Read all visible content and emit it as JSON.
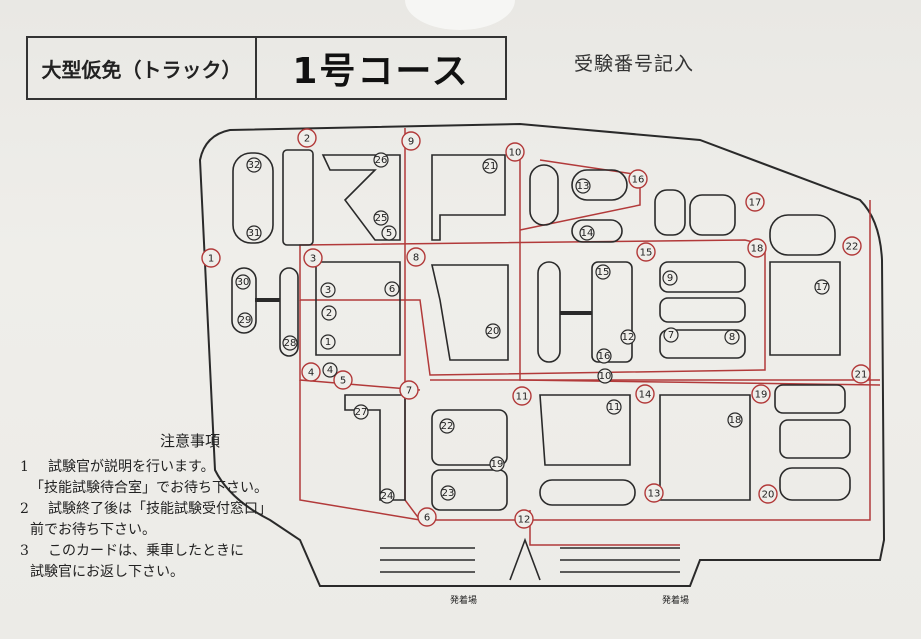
{
  "header": {
    "vehicle_type": "大型仮免（トラック）",
    "course_name": "1号コース"
  },
  "exam_number_label": "受験番号記入",
  "notes": {
    "title": "注意事項",
    "items": [
      {
        "num": "1",
        "lines": [
          "試験官が説明を行います。",
          "「技能試験待合室」でお待ち下さい。"
        ]
      },
      {
        "num": "2",
        "lines": [
          "試験終了後は「技能試験受付窓口」",
          "前でお待ち下さい。"
        ]
      },
      {
        "num": "3",
        "lines": [
          "このカードは、乗車したときに",
          "試験官にお返し下さい。"
        ]
      }
    ]
  },
  "map": {
    "red_markers": [
      "1",
      "2",
      "3",
      "4",
      "5",
      "6",
      "7",
      "8",
      "9",
      "10",
      "11",
      "12",
      "13",
      "14",
      "15",
      "16",
      "17",
      "18",
      "19",
      "20",
      "21",
      "22"
    ],
    "black_markers": [
      "1",
      "2",
      "3",
      "4",
      "5",
      "6",
      "7",
      "8",
      "9",
      "10",
      "11",
      "12",
      "13",
      "14",
      "15",
      "16",
      "17",
      "18",
      "19",
      "20",
      "21",
      "22",
      "23",
      "24",
      "25",
      "26",
      "27",
      "28",
      "29",
      "30",
      "31",
      "32"
    ],
    "start_labels": [
      "発着場",
      "発着場"
    ],
    "colors": {
      "route": "#b23a3a",
      "outline": "#2a2a2a"
    }
  }
}
